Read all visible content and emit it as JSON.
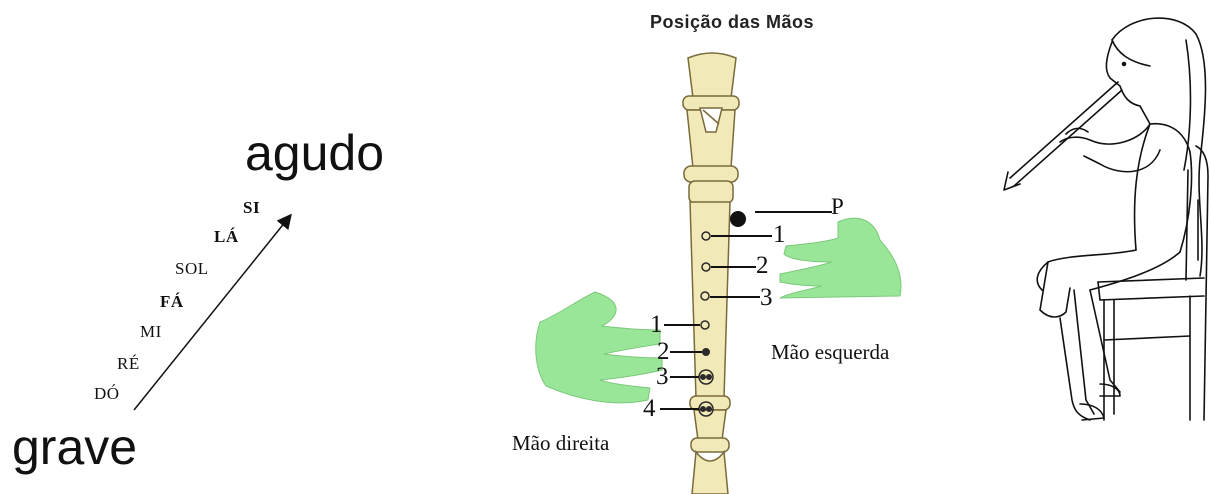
{
  "scale": {
    "high_label": "agudo",
    "low_label": "grave",
    "notes": [
      "DÓ",
      "RÉ",
      "MI",
      "FÁ",
      "SOL",
      "LÁ",
      "SI"
    ]
  },
  "recorder": {
    "title": "Posição das Mãos",
    "thumb_label": "P",
    "left_hand": {
      "label": "Mão esquerda",
      "fingers": [
        "1",
        "2",
        "3"
      ]
    },
    "right_hand": {
      "label": "Mão direita",
      "fingers": [
        "1",
        "2",
        "3",
        "4"
      ]
    },
    "hand_color": "#99e699"
  }
}
